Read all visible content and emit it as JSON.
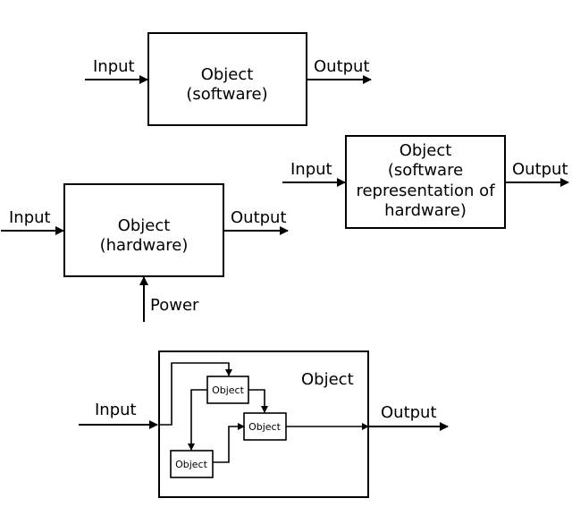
{
  "software": {
    "input": "Input",
    "output": "Output",
    "box_lines": [
      "Object",
      "(software)"
    ]
  },
  "representation": {
    "input": "Input",
    "output": "Output",
    "box_lines": [
      "Object",
      "(software",
      "representation of",
      "hardware)"
    ]
  },
  "hardware": {
    "input": "Input",
    "output": "Output",
    "power": "Power",
    "box_lines": [
      "Object",
      "(hardware)"
    ]
  },
  "composite": {
    "input": "Input",
    "output": "Output",
    "outer_label": "Object",
    "inner_labels": [
      "Object",
      "Object",
      "Object"
    ]
  }
}
